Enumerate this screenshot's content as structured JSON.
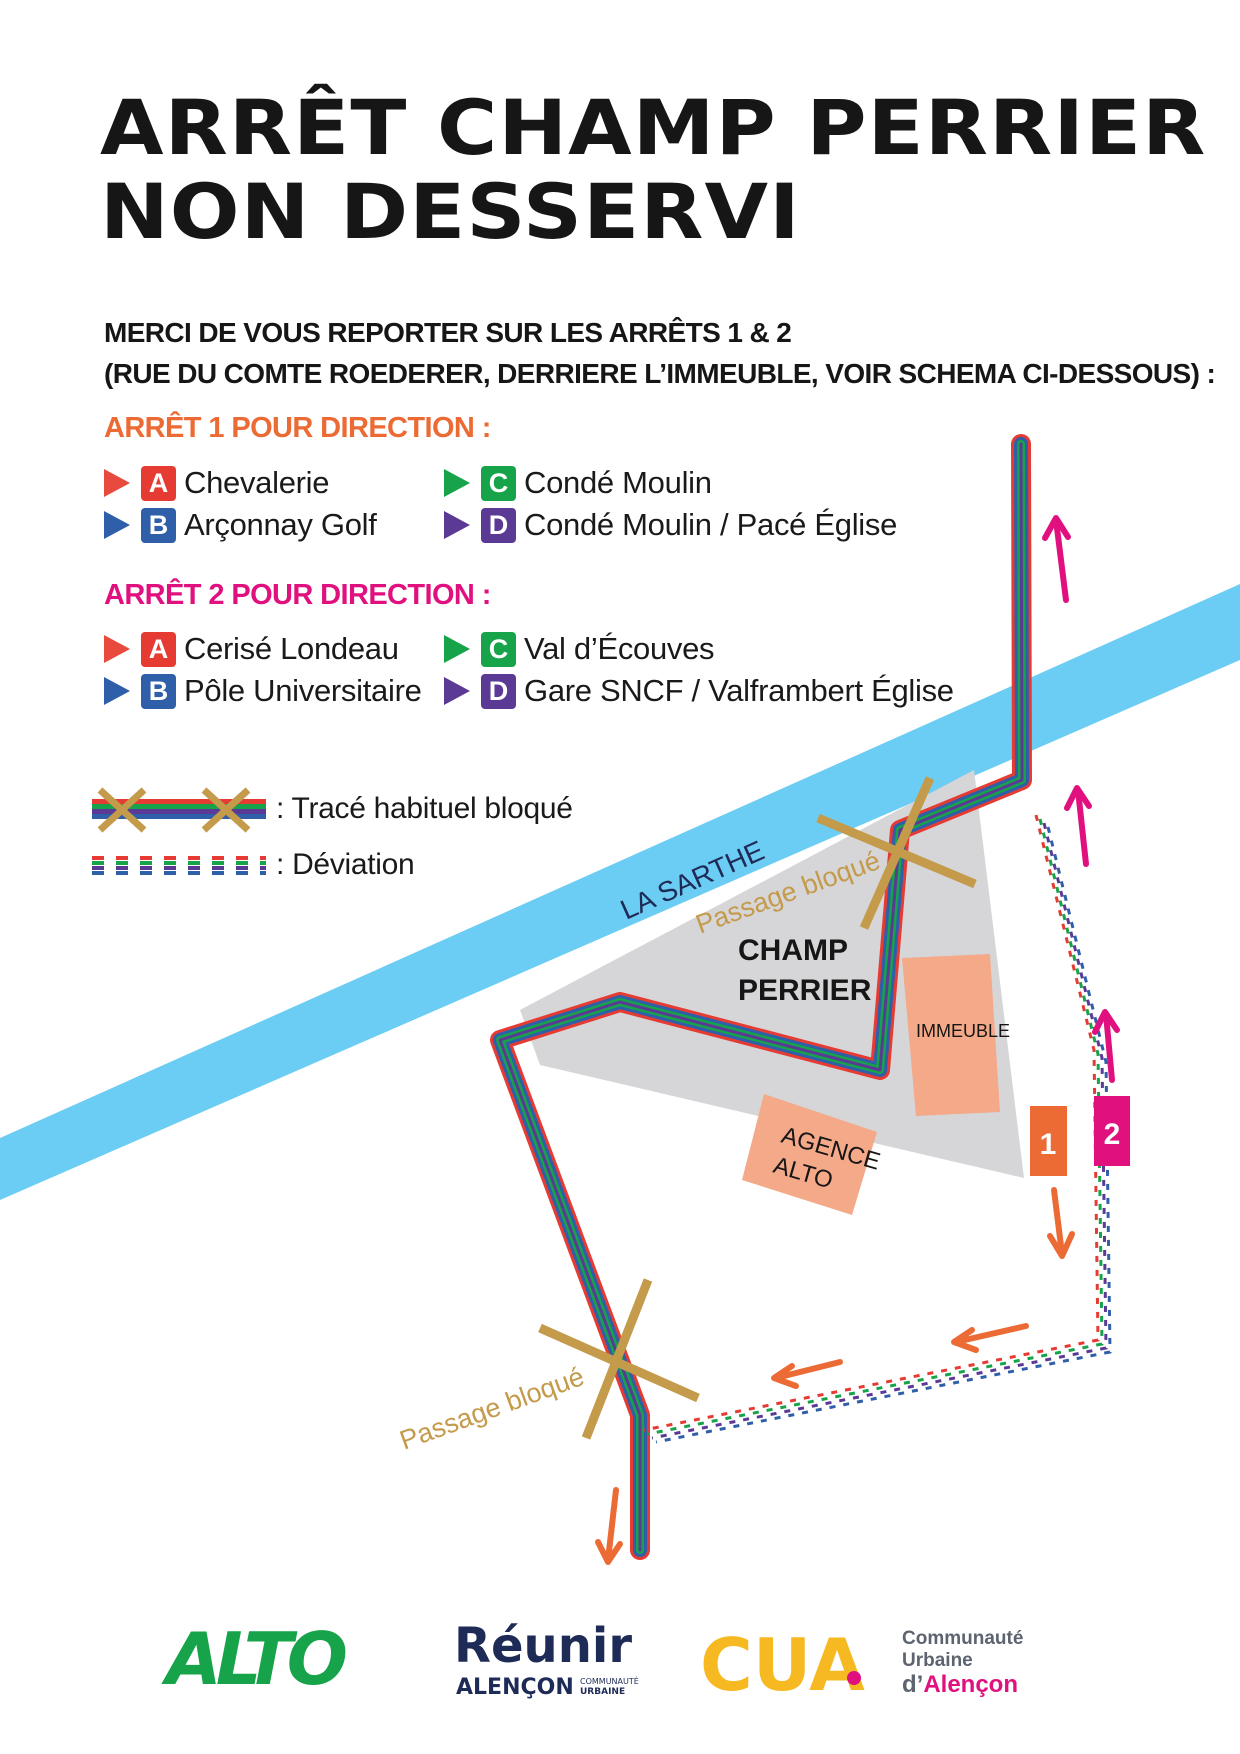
{
  "title": {
    "line1": "ARRÊT CHAMP PERRIER",
    "line2": "NON DESSERVI"
  },
  "intro": {
    "line1": "MERCI DE VOUS REPORTER SUR LES ARRÊTS 1 & 2",
    "line2": "(RUE DU COMTE ROEDERER, DERRIERE L’IMMEUBLE, VOIR SCHEMA CI-DESSOUS) :"
  },
  "direction1": {
    "heading": "ARRÊT 1 POUR DIRECTION :",
    "entries": [
      {
        "line": "A",
        "dest": "Chevalerie"
      },
      {
        "line": "B",
        "dest": "Arçonnay Golf"
      },
      {
        "line": "C",
        "dest": "Condé Moulin"
      },
      {
        "line": "D",
        "dest": "Condé Moulin / Pacé Église"
      }
    ]
  },
  "direction2": {
    "heading": "ARRÊT 2 POUR DIRECTION :",
    "entries": [
      {
        "line": "A",
        "dest": "Cerisé Londeau"
      },
      {
        "line": "B",
        "dest": "Pôle Universitaire"
      },
      {
        "line": "C",
        "dest": "Val d’Écouves"
      },
      {
        "line": "D",
        "dest": "Gare SNCF / Valframbert Église"
      }
    ]
  },
  "legend": {
    "blocked": ": Tracé habituel bloqué",
    "deviation": ": Déviation"
  },
  "map": {
    "river": "LA SARTHE",
    "area": {
      "line1": "CHAMP",
      "line2": "PERRIER"
    },
    "building": "IMMEUBLE",
    "agency": {
      "line1": "AGENCE",
      "line2": "ALTO"
    },
    "blocked_label": "Passage bloqué",
    "stop1": "1",
    "stop2": "2"
  },
  "logos": {
    "alto": "ALTO",
    "reunir": {
      "word": "Réunir",
      "city": "ALENÇON",
      "tag1": "COMMUNAUTÉ",
      "tag2": "URBAINE"
    },
    "cua": {
      "word": "CUA",
      "line1": "Communauté",
      "line2": "Urbaine",
      "line3_prefix": "d’",
      "line3_city": "Alençon"
    }
  },
  "colors": {
    "line_a": "#e63b33",
    "line_b": "#2f5fa8",
    "line_c": "#16a34a",
    "line_d": "#5b3a96",
    "river": "#6ccdf4",
    "area": "#d6d6d8",
    "building": "#f4a988",
    "stop1": "#ec6a34",
    "stop2": "#e0117f",
    "cross": "#c49a4b"
  },
  "icons": [
    "triangle-icon",
    "line-badge",
    "cross-icon",
    "arrow-icon"
  ]
}
